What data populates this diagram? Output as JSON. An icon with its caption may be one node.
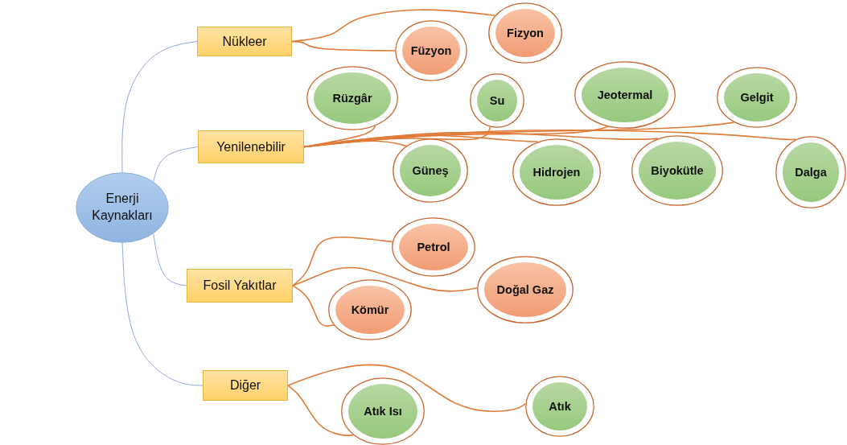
{
  "diagram": {
    "nodes": [
      {
        "text": [
          "Enerji Kaynakları"
        ]
      },
      {
        "text": [
          "Nükleer"
        ]
      },
      {
        "text": [
          "Yenilenebilir"
        ]
      },
      {
        "text": [
          "Fosil Yakıtlar"
        ]
      },
      {
        "text": [
          "Diğer"
        ]
      },
      {
        "text": [
          "Füzyon"
        ]
      },
      {
        "text": [
          "Fizyon"
        ]
      },
      {
        "text": [
          "Rüzgâr"
        ]
      },
      {
        "text": [
          "Su"
        ]
      },
      {
        "text": [
          "Jeotermal"
        ]
      },
      {
        "text": [
          "Gelgit"
        ]
      },
      {
        "text": [
          "Güneş"
        ]
      },
      {
        "text": [
          "Hidrojen"
        ]
      },
      {
        "text": [
          "Biyokütle"
        ]
      },
      {
        "text": [
          "Dalga"
        ]
      },
      {
        "text": [
          "Petrol"
        ]
      },
      {
        "text": [
          "Doğal Gaz"
        ]
      },
      {
        "text": [
          "Kömür"
        ]
      },
      {
        "text": [
          "Atık Isı"
        ]
      },
      {
        "text": [
          "Atık"
        ]
      }
    ],
    "edges": [
      {
        "from": 0,
        "to": 1,
        "arrow": "none",
        "color": "#8faadc"
      },
      {
        "from": 0,
        "to": 2,
        "arrow": "none",
        "color": "#8faadc"
      },
      {
        "from": 0,
        "to": 3,
        "arrow": "none",
        "color": "#8faadc"
      },
      {
        "from": 0,
        "to": 4,
        "arrow": "none",
        "color": "#8faadc"
      },
      {
        "from": 1,
        "to": 5,
        "arrow": "none"
      },
      {
        "from": 1,
        "to": 6,
        "arrow": "none"
      },
      {
        "from": 2,
        "to": 7,
        "arrow": "none"
      },
      {
        "from": 2,
        "to": 11,
        "arrow": "none"
      },
      {
        "from": 2,
        "to": 8,
        "arrow": "none"
      },
      {
        "from": 2,
        "to": 12,
        "arrow": "none"
      },
      {
        "from": 2,
        "to": 9,
        "arrow": "none"
      },
      {
        "from": 2,
        "to": 13,
        "arrow": "none"
      },
      {
        "from": 2,
        "to": 10,
        "arrow": "none"
      },
      {
        "from": 2,
        "to": 14,
        "arrow": "none"
      },
      {
        "from": 3,
        "to": 15,
        "arrow": "none"
      },
      {
        "from": 3,
        "to": 16,
        "arrow": "none"
      },
      {
        "from": 3,
        "to": 17,
        "arrow": "none"
      },
      {
        "from": 4,
        "to": 18,
        "arrow": "none"
      },
      {
        "from": 4,
        "to": 19,
        "arrow": "none"
      }
    ]
  }
}
